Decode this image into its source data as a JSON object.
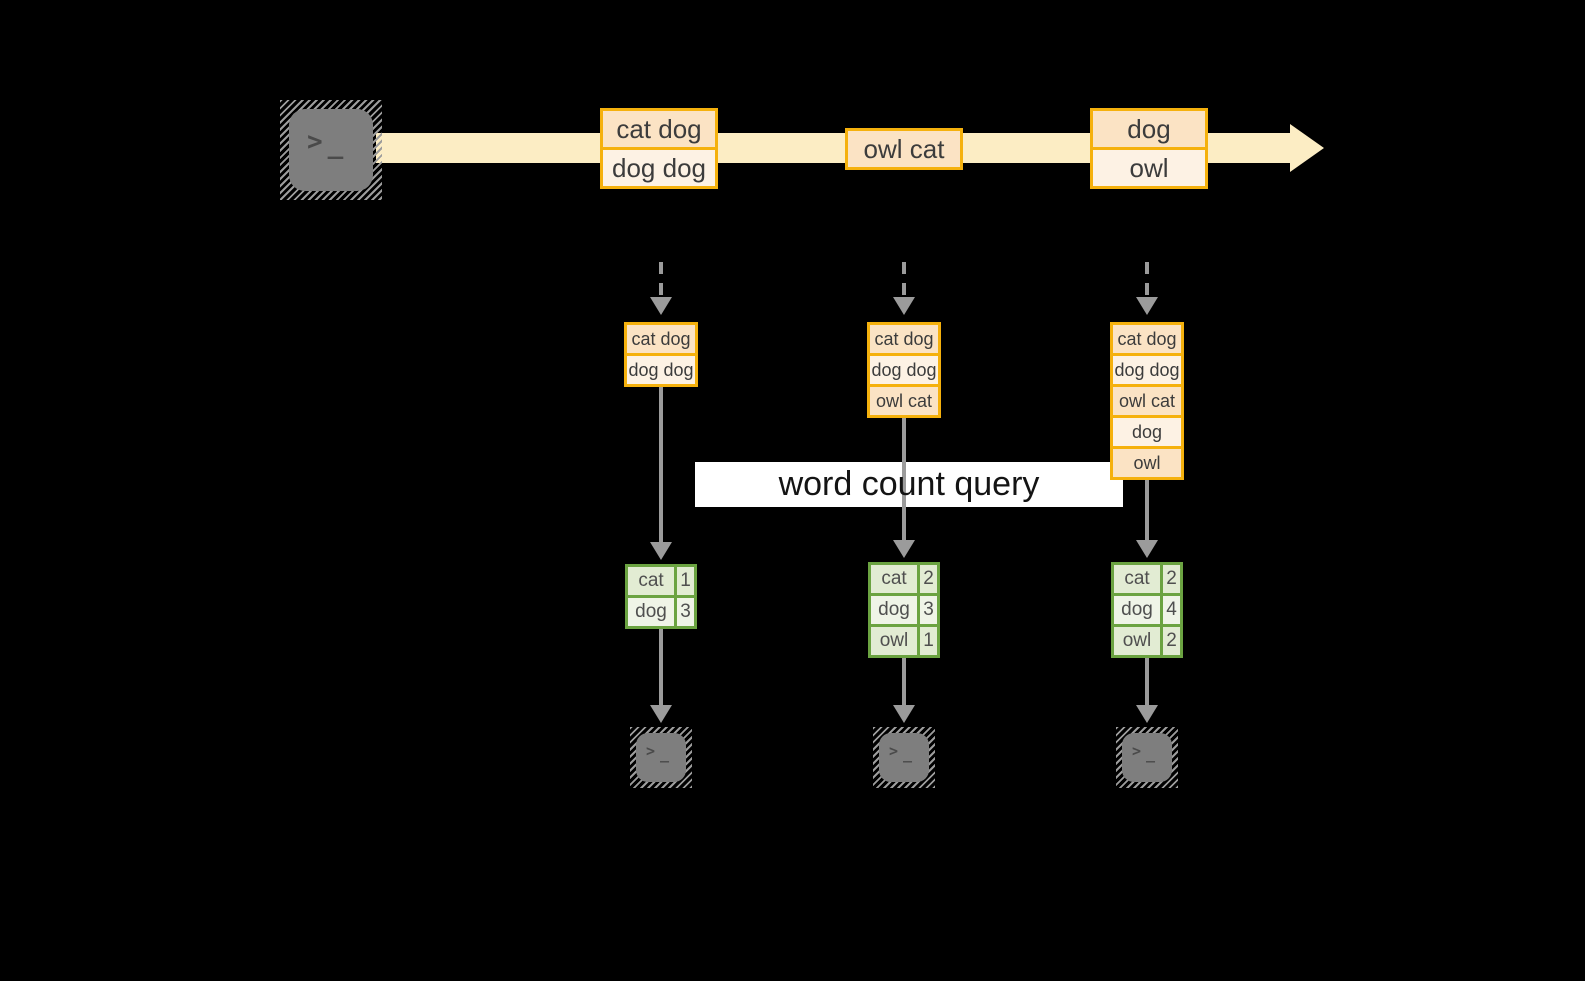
{
  "colors": {
    "bg": "#000000",
    "band": "#fcedc4",
    "gold": "#f5b10d",
    "peachD": "#fbe3c4",
    "peachL": "#fdf2e4",
    "green": "#6ba341",
    "greenD": "#e2ecd3",
    "greenL": "#eff4e7",
    "gray": "#9b9b9b",
    "term": "#7e7e7e",
    "glyph": "#4a4a4a",
    "textD": "#3c3c3c",
    "textG": "#4f4f4f",
    "queryBg": "#ffffff",
    "queryText": "#141414"
  },
  "glyphs": {
    "prompt_chevron": ">",
    "prompt_underscore": "_"
  },
  "stream": {
    "batches": [
      {
        "lines": [
          "cat dog",
          "dog dog"
        ]
      },
      {
        "lines": [
          "owl cat"
        ]
      },
      {
        "lines": [
          "dog",
          "owl"
        ]
      }
    ]
  },
  "query": {
    "label": "word count query"
  },
  "columns": [
    {
      "state": [
        "cat dog",
        "dog dog"
      ],
      "counts": {
        "rows": [
          {
            "word": "cat",
            "count": "1"
          },
          {
            "word": "dog",
            "count": "3"
          }
        ]
      }
    },
    {
      "state": [
        "cat dog",
        "dog dog",
        "owl cat"
      ],
      "counts": {
        "rows": [
          {
            "word": "cat",
            "count": "2"
          },
          {
            "word": "dog",
            "count": "3"
          },
          {
            "word": "owl",
            "count": "1"
          }
        ]
      }
    },
    {
      "state": [
        "cat dog",
        "dog dog",
        "owl cat",
        "dog",
        "owl"
      ],
      "counts": {
        "rows": [
          {
            "word": "cat",
            "count": "2"
          },
          {
            "word": "dog",
            "count": "4"
          },
          {
            "word": "owl",
            "count": "2"
          }
        ]
      }
    }
  ]
}
